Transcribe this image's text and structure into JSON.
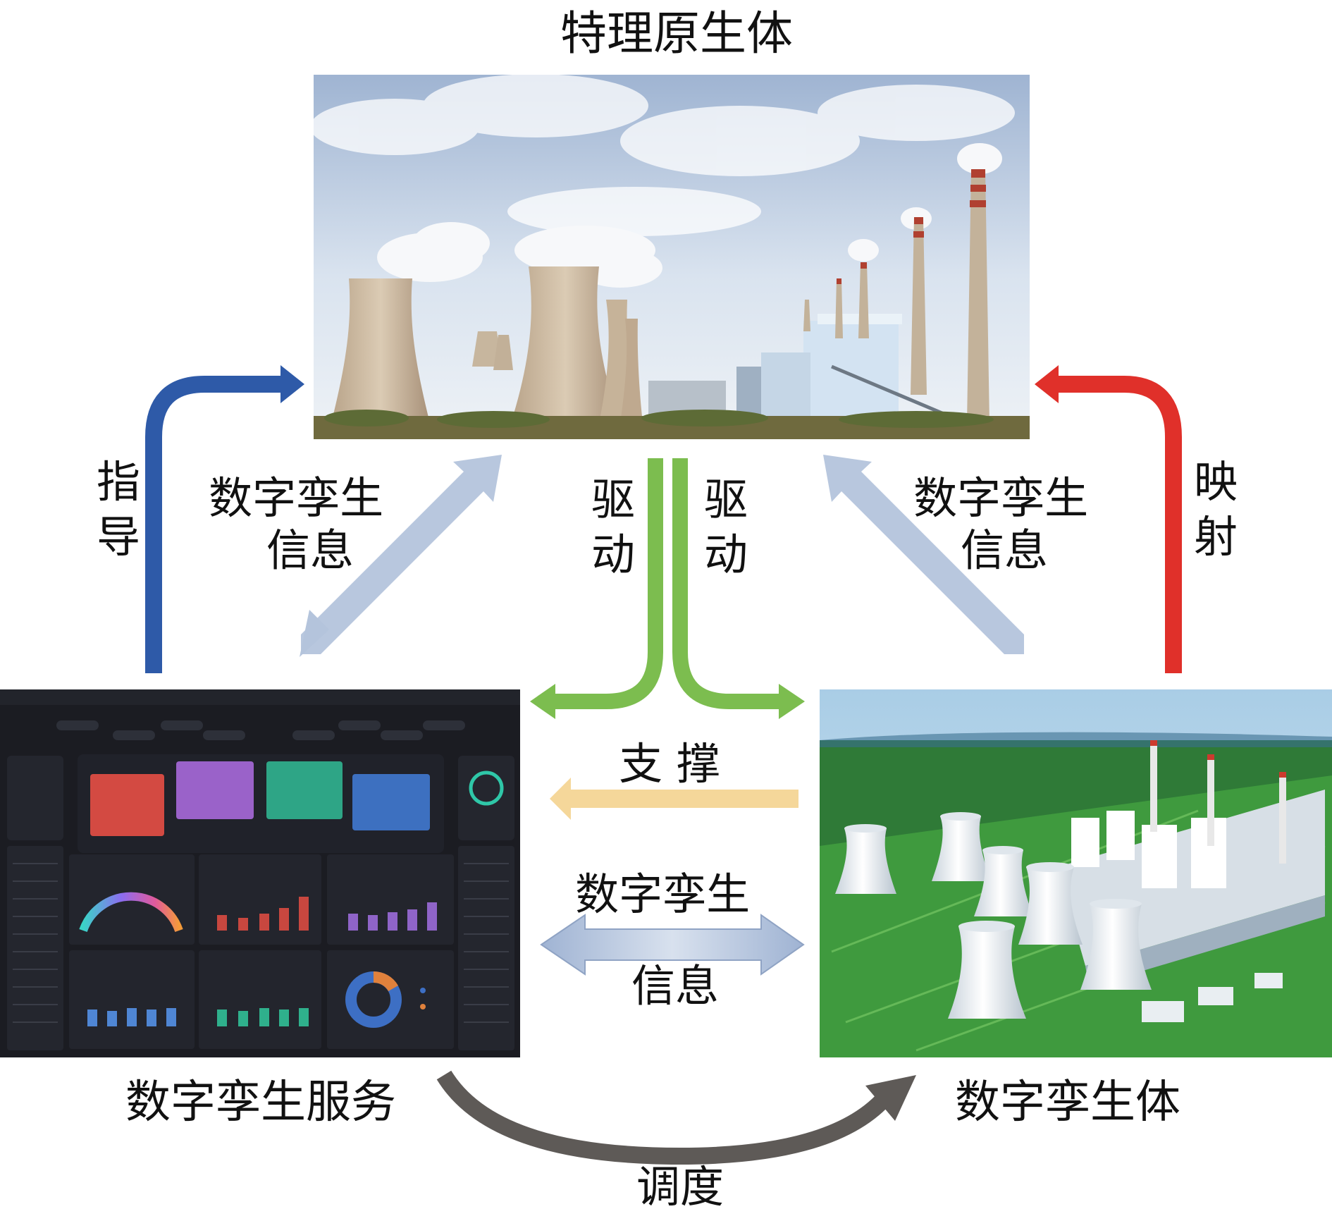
{
  "nodes": {
    "physical_entity": {
      "label": "特理原生体"
    },
    "twin_service": {
      "label": "数字孪生服务"
    },
    "twin_entity": {
      "label": "数字孪生体"
    }
  },
  "edges": {
    "guide": {
      "label": "指导",
      "color": "#2e5aa8"
    },
    "map": {
      "label": "映射",
      "color": "#e0302a"
    },
    "info_left": {
      "label_line1": "数字孪生",
      "label_line2": "信息",
      "color": "#b4c4dc"
    },
    "info_right": {
      "label_line1": "数字孪生",
      "label_line2": "信息",
      "color": "#b4c4dc"
    },
    "drive_left": {
      "label": "驱动",
      "color": "#7cbd4f"
    },
    "drive_right": {
      "label": "驱动",
      "color": "#7cbd4f"
    },
    "support": {
      "label": "支 撑",
      "color": "#f5d79a"
    },
    "info_bottom": {
      "label_line1": "数字孪生",
      "label_line2": "信息",
      "color": "#b4c4dc"
    },
    "dispatch": {
      "label": "调度",
      "color": "#5e5a57"
    }
  }
}
